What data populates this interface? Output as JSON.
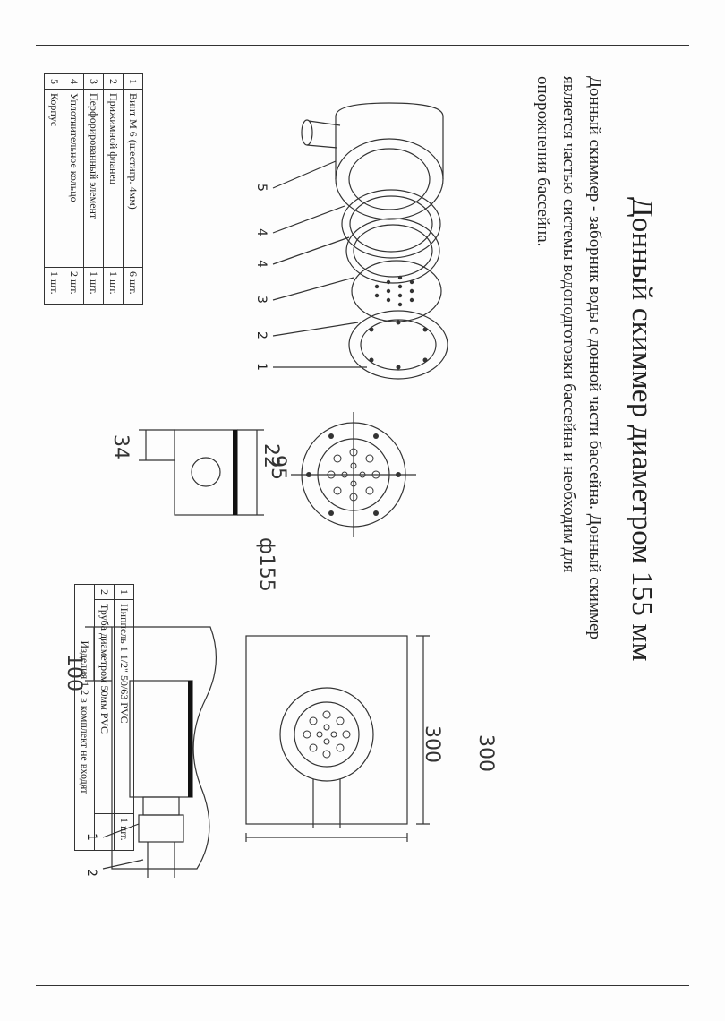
{
  "title": "Донный скиммер диаметром 155 мм",
  "description": [
    "Донный скиммер - заборник воды с донной части бассейна. Донный скиммер",
    "является частью системы водоподготовки бассейна и необходим для",
    "опорожнения бассейна."
  ],
  "parts_table": [
    {
      "num": "1",
      "name": "Винт М 6 (шестигр. 4мм)",
      "qty": "6 шт."
    },
    {
      "num": "2",
      "name": "Прижимной фланец",
      "qty": "1 шт."
    },
    {
      "num": "3",
      "name": "Перфорированный элемент",
      "qty": "1 шт."
    },
    {
      "num": "4",
      "name": "Уплотнительное кольцо",
      "qty": "2 шт."
    },
    {
      "num": "5",
      "name": "Корпус",
      "qty": "1 шт."
    }
  ],
  "install_table": [
    {
      "num": "1",
      "name": "Ниппель 1 1/2\" 50/63 PVC",
      "qty": "1 шт."
    },
    {
      "num": "2",
      "name": "Труба диаметром 50мм PVC",
      "qty": ""
    }
  ],
  "install_note": "Изделия 1,2 в комплект не входят",
  "exploded_callouts": [
    "1",
    "2",
    "3",
    "4",
    "4",
    "5"
  ],
  "install_callouts": [
    "1",
    "2"
  ],
  "dimensions": {
    "side_width": "95",
    "side_offset": "34",
    "front_offset": "22",
    "diameter": "ф155",
    "depth": "100",
    "plate_width": "300",
    "plate_height": "300"
  }
}
